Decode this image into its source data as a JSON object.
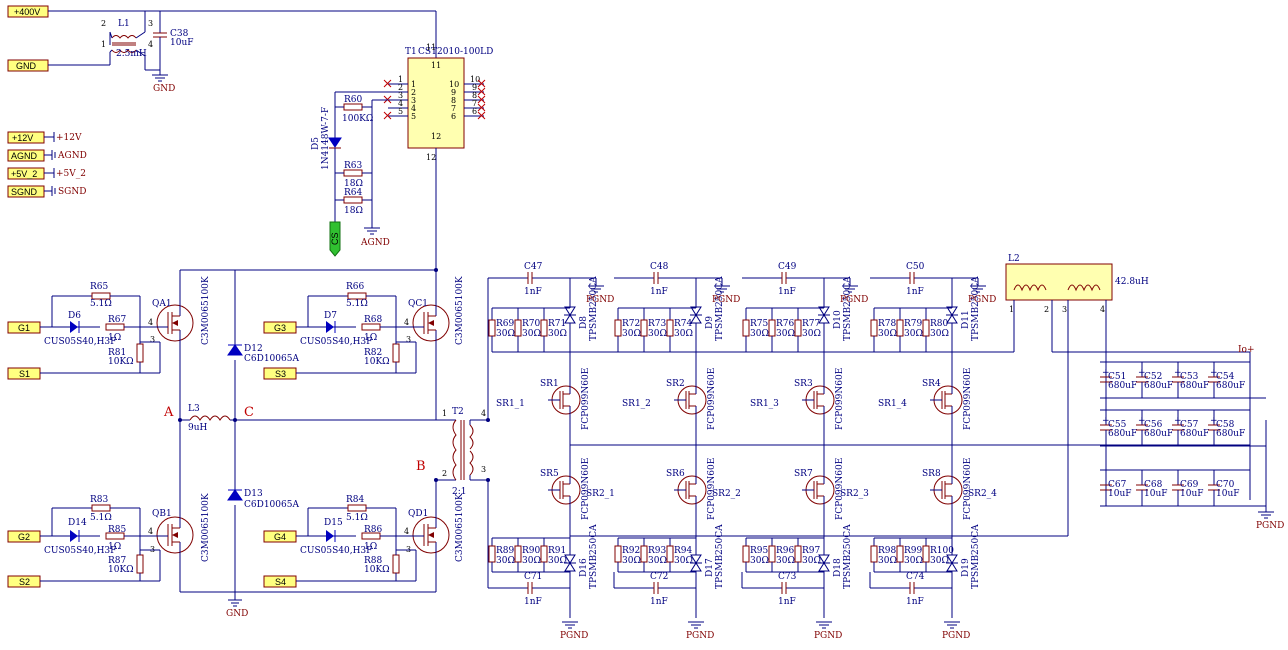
{
  "ports": {
    "v400": "+400V",
    "gnd": "GND",
    "v12": "+12V",
    "agnd": "AGND",
    "v5": "+5V_2",
    "sgnd": "SGND",
    "g1": "G1",
    "s1": "S1",
    "g2": "G2",
    "s2": "S2",
    "g3": "G3",
    "s3": "S3",
    "g4": "G4",
    "s4": "S4",
    "cs": "CS"
  },
  "power_labels": {
    "gnd": "GND",
    "v12": "+12V",
    "agnd": "AGND",
    "v5": "+5V_2",
    "sgnd": "SGND",
    "pgnd": "PGND",
    "io": "Io+"
  },
  "nodes": {
    "a": "A",
    "b": "B",
    "c": "C"
  },
  "components": {
    "l1": "L1",
    "l1_val": "2.5mH",
    "c38": "C38",
    "c38_val": "10uF",
    "t1": "T1",
    "t1_part": "CST2010-100LD",
    "r60": "R60",
    "r60_val": "100KΩ",
    "d5": "D5",
    "d5_part": "1N4148W-7-F",
    "r63": "R63",
    "r63_val": "18Ω",
    "r64": "R64",
    "r64_val": "18Ω",
    "qa1": "QA1",
    "qb1": "QB1",
    "qc1": "QC1",
    "qd1": "QD1",
    "mos_part": "C3M0065100K",
    "r65": "R65",
    "r65_val": "5.1Ω",
    "r67": "R67",
    "r67_val": "1Ω",
    "r81": "R81",
    "r81_val": "10KΩ",
    "d6": "D6",
    "d6_part": "CUS05S40,H3F",
    "r66": "R66",
    "r66_val": "5.1Ω",
    "r68": "R68",
    "r68_val": "1Ω",
    "r82": "R82",
    "r82_val": "10KΩ",
    "d7": "D7",
    "d7_part": "CUS05S40,H3F",
    "r83": "R83",
    "r83_val": "5.1Ω",
    "r85": "R85",
    "r85_val": "1Ω",
    "r87": "R87",
    "r87_val": "10KΩ",
    "d14": "D14",
    "d14_part": "CUS05S40,H3F",
    "r84": "R84",
    "r84_val": "5.1Ω",
    "r86": "R86",
    "r86_val": "1Ω",
    "r88": "R88",
    "r88_val": "10KΩ",
    "d15": "D15",
    "d15_part": "CUS05S40,H3F",
    "d12": "D12",
    "d12_part": "C6D10065A",
    "d13": "D13",
    "d13_part": "C6D10065A",
    "l3": "L3",
    "l3_val": "9uH",
    "t2": "T2",
    "t2_ratio": "2:1",
    "l2": "L2",
    "l2_val": "42.8uH",
    "sr_part": "FCP099N60E",
    "tvs_part": "TPSMB250CA",
    "c47": "C47",
    "c48": "C48",
    "c49": "C49",
    "c50": "C50",
    "c71": "C71",
    "c72": "C72",
    "c73": "C73",
    "c74": "C74",
    "cap_1nf": "1nF",
    "r_30": "30Ω",
    "cap_680": "680uF",
    "cap_10u": "10uF"
  },
  "top_resistors": [
    "R69",
    "R70",
    "R71",
    "R72",
    "R73",
    "R74",
    "R75",
    "R76",
    "R77",
    "R78",
    "R79",
    "R80"
  ],
  "bot_resistors": [
    "R89",
    "R90",
    "R91",
    "R92",
    "R93",
    "R94",
    "R95",
    "R96",
    "R97",
    "R98",
    "R99",
    "R100"
  ],
  "top_diodes": [
    "D8",
    "D9",
    "D10",
    "D11"
  ],
  "bot_diodes": [
    "D16",
    "D17",
    "D18",
    "D19"
  ],
  "sr_top": [
    {
      "ref": "SR1",
      "net": "SR1_1"
    },
    {
      "ref": "SR2",
      "net": "SR1_2"
    },
    {
      "ref": "SR3",
      "net": "SR1_3"
    },
    {
      "ref": "SR4",
      "net": "SR1_4"
    }
  ],
  "sr_bot": [
    {
      "ref": "SR5",
      "net": "SR2_1"
    },
    {
      "ref": "SR6",
      "net": "SR2_2"
    },
    {
      "ref": "SR7",
      "net": "SR2_3"
    },
    {
      "ref": "SR8",
      "net": "SR2_4"
    }
  ],
  "out_caps_row1": [
    "C51",
    "C52",
    "C53",
    "C54"
  ],
  "out_caps_row2": [
    "C55",
    "C56",
    "C57",
    "C58"
  ],
  "out_caps_row3": [
    "C67",
    "C68",
    "C69",
    "C70"
  ]
}
